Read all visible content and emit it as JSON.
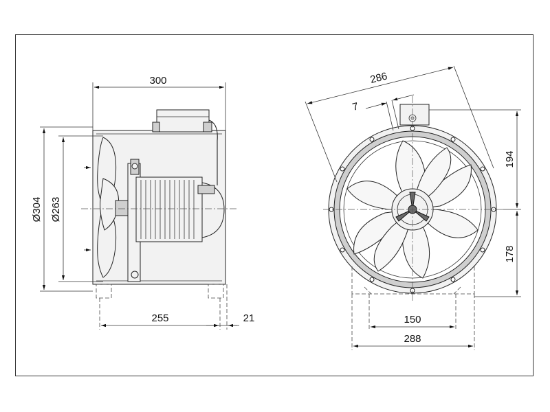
{
  "dimensions": {
    "side_length": "300",
    "side_outer_diameter": "Ø304",
    "side_inner_diameter": "Ø263",
    "side_foot_span": "255",
    "side_foot_offset": "21",
    "front_diagonal": "286",
    "front_angle_offset": "7",
    "front_upper_height": "194",
    "front_lower_height": "178",
    "front_foot_inner": "150",
    "front_foot_outer": "288"
  }
}
